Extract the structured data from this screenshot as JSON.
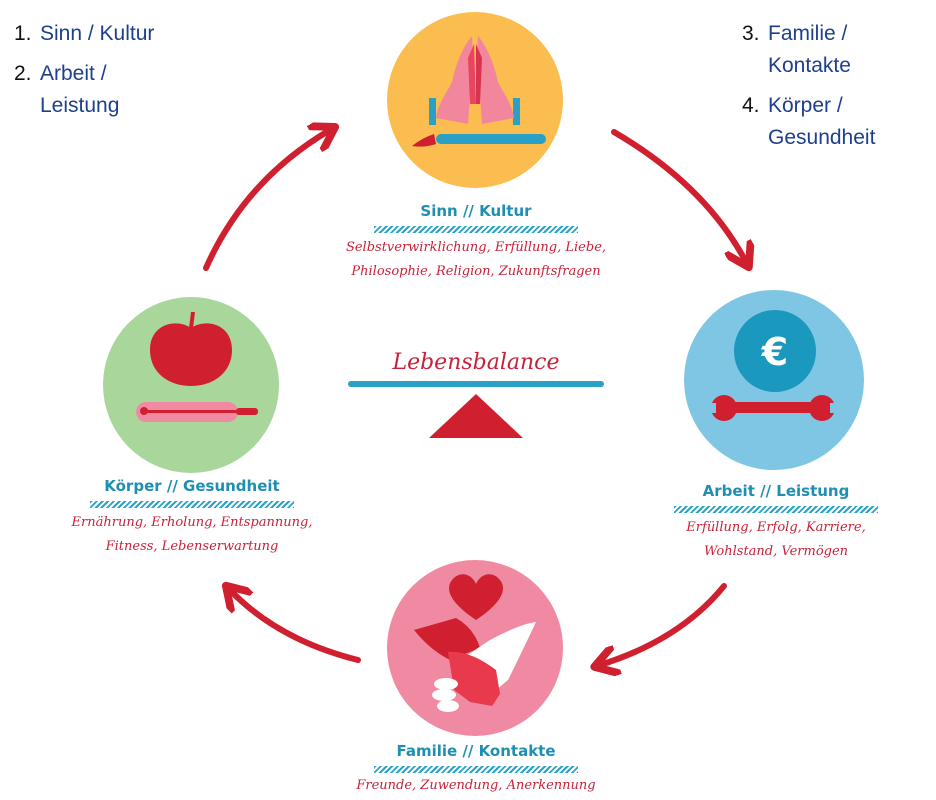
{
  "legend_left": [
    {
      "num": "1.",
      "text": "Sinn / Kultur"
    },
    {
      "num": "2.",
      "text": "Arbeit / Leistung"
    }
  ],
  "legend_right": [
    {
      "num": "3.",
      "text": "Familie / Kontakte"
    },
    {
      "num": "4.",
      "text": "Körper / Gesundheit"
    }
  ],
  "center": {
    "title": "Lebensbalance"
  },
  "nodes": {
    "sinn": {
      "title": "Sinn // Kultur",
      "line1": "Selbstverwirklichung, Erfüllung, Liebe,",
      "line2": "Philosophie, Religion, Zukunftsfragen",
      "color": "#fbbd4f",
      "icon": "praying-hands-brush"
    },
    "arbeit": {
      "title": "Arbeit // Leistung",
      "line1": "Erfüllung, Erfolg, Karriere,",
      "line2": "Wohlstand, Vermögen",
      "color": "#7ec6e4",
      "icon": "euro-wrench",
      "symbol": "€"
    },
    "familie": {
      "title": "Familie // Kontakte",
      "line1": "Freunde, Zuwendung, Anerkennung",
      "color": "#f08aa2",
      "icon": "heart-handshake"
    },
    "koerper": {
      "title": "Körper // Gesundheit",
      "line1": "Ernährung, Erholung, Entspannung,",
      "line2": "Fitness, Lebenserwartung",
      "color": "#a9d69b",
      "icon": "apple-thermometer"
    }
  },
  "colors": {
    "arrow": "#d0202f",
    "accent_blue": "#1e8fb3",
    "text_red": "#c8223a"
  }
}
